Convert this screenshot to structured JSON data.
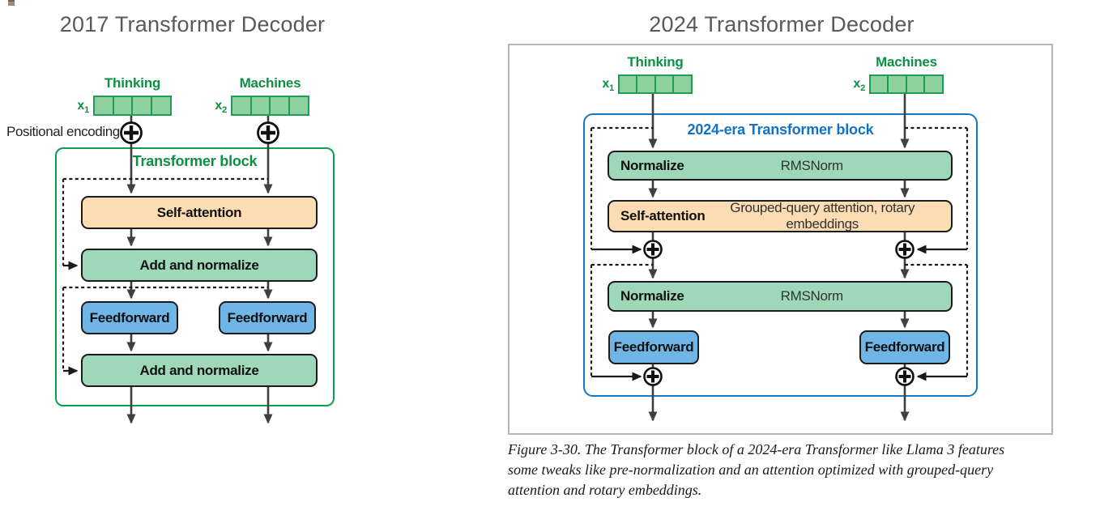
{
  "colors": {
    "title_text": "#58595b",
    "green_label": "#0d8f44",
    "green_block_border": "#0aa14e",
    "token_fill": "#8fd19e",
    "token_border": "#1f9d55",
    "mint_box_fill": "#9ed8b8",
    "peach_box_fill": "#fbdcb3",
    "blue_box_fill": "#6fb6e6",
    "blue_block_border": "#1576c8",
    "blue_label": "#1472c4",
    "box_border": "#1b1b1b",
    "arrow": "#3f3f3f",
    "dashed_line": "#1a1a1a",
    "outer_box_border": "#b5b5b5",
    "caption_text": "#1a1a1a"
  },
  "left_diagram": {
    "title": "2017 Transformer Decoder",
    "positional_encoding_label": "Positional encoding",
    "block_title": "Transformer block",
    "tokens": [
      {
        "word": "Thinking",
        "symbol": "x",
        "subscript": "1",
        "cells": 4
      },
      {
        "word": "Machines",
        "symbol": "x",
        "subscript": "2",
        "cells": 4
      }
    ],
    "boxes": {
      "self_attention": "Self-attention",
      "add_normalize_1": "Add and normalize",
      "feedforward_left": "Feedforward",
      "feedforward_right": "Feedforward",
      "add_normalize_2": "Add and normalize"
    }
  },
  "right_diagram": {
    "title": "2024 Transformer Decoder",
    "block_title": "2024-era Transformer block",
    "tokens": [
      {
        "word": "Thinking",
        "symbol": "x",
        "subscript": "1",
        "cells": 4
      },
      {
        "word": "Machines",
        "symbol": "x",
        "subscript": "2",
        "cells": 4
      }
    ],
    "boxes": {
      "normalize_1": {
        "label": "Normalize",
        "detail": "RMSNorm"
      },
      "self_attention": {
        "label": "Self-attention",
        "detail": "Grouped-query attention, rotary embeddings"
      },
      "normalize_2": {
        "label": "Normalize",
        "detail": "RMSNorm"
      },
      "feedforward_left": "Feedforward",
      "feedforward_right": "Feedforward"
    }
  },
  "caption": {
    "lines": [
      "Figure 3-30. The Transformer block of a 2024-era Transformer like Llama 3 features",
      "some tweaks like pre-normalization and an attention optimized with grouped-query",
      "attention and rotary embeddings."
    ]
  }
}
